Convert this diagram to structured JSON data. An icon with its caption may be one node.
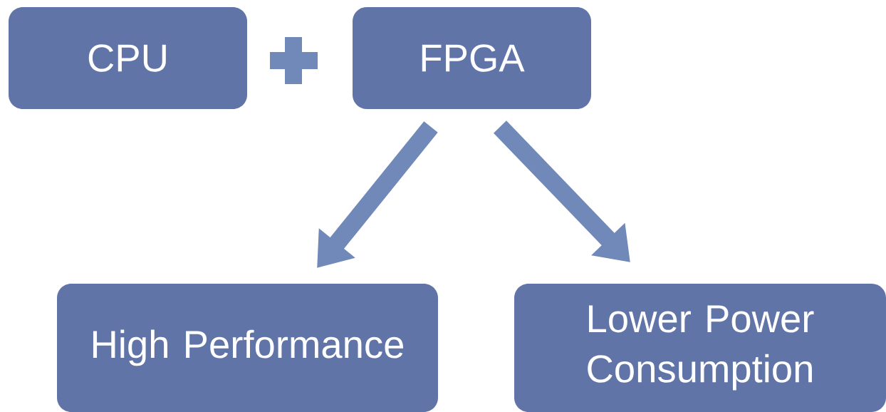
{
  "diagram": {
    "nodes": [
      {
        "text": [
          "CPU"
        ]
      },
      {
        "text": [
          "FPGA"
        ]
      },
      {
        "text": [
          "High Performance"
        ]
      },
      {
        "text": [
          "Lower Power Consumption"
        ]
      }
    ],
    "edges": [
      {
        "from": 1,
        "to": 2,
        "arrow": "to"
      },
      {
        "from": 1,
        "to": 3,
        "arrow": "to"
      }
    ]
  }
}
